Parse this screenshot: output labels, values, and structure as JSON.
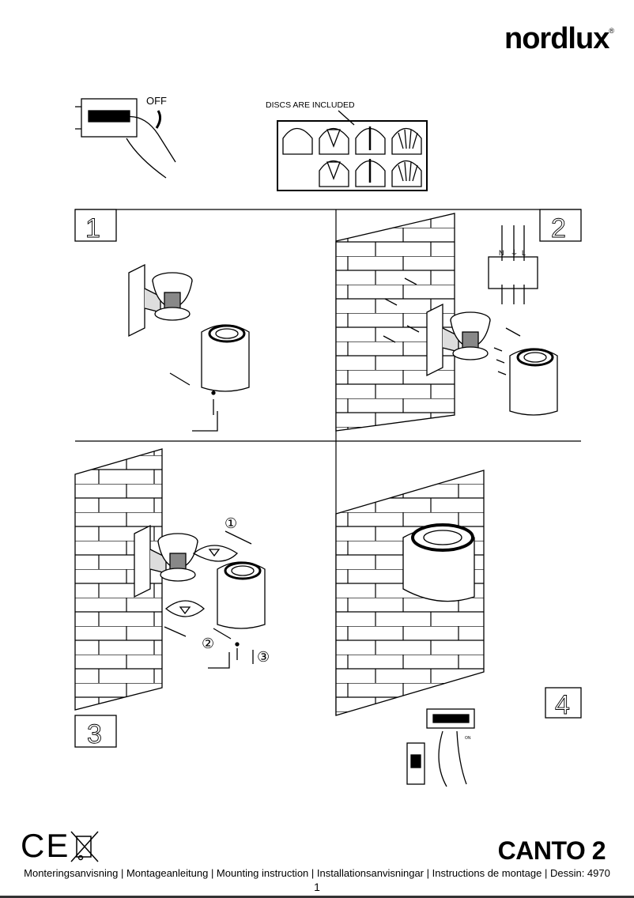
{
  "brand": {
    "logo_text": "nordlux",
    "registered": "®"
  },
  "intro": {
    "off_label": "OFF",
    "discs_label": "DISCS ARE INCLUDED"
  },
  "steps": [
    {
      "number": "1"
    },
    {
      "number": "2",
      "terminal_labels": [
        "N",
        "⏚",
        "L"
      ]
    },
    {
      "number": "3",
      "callouts": [
        "①",
        "②",
        "③"
      ]
    },
    {
      "number": "4",
      "switch_label": "ON"
    }
  ],
  "certifications": {
    "ce": "CE",
    "weee": "crossed-out-bin-icon"
  },
  "footer": {
    "product_name": "CANTO 2",
    "description": "Monteringsanvisning | Montageanleitung | Mounting instruction | Installationsanvisningar | Instructions de montage | Dessin: 4970",
    "page_number": "1"
  }
}
